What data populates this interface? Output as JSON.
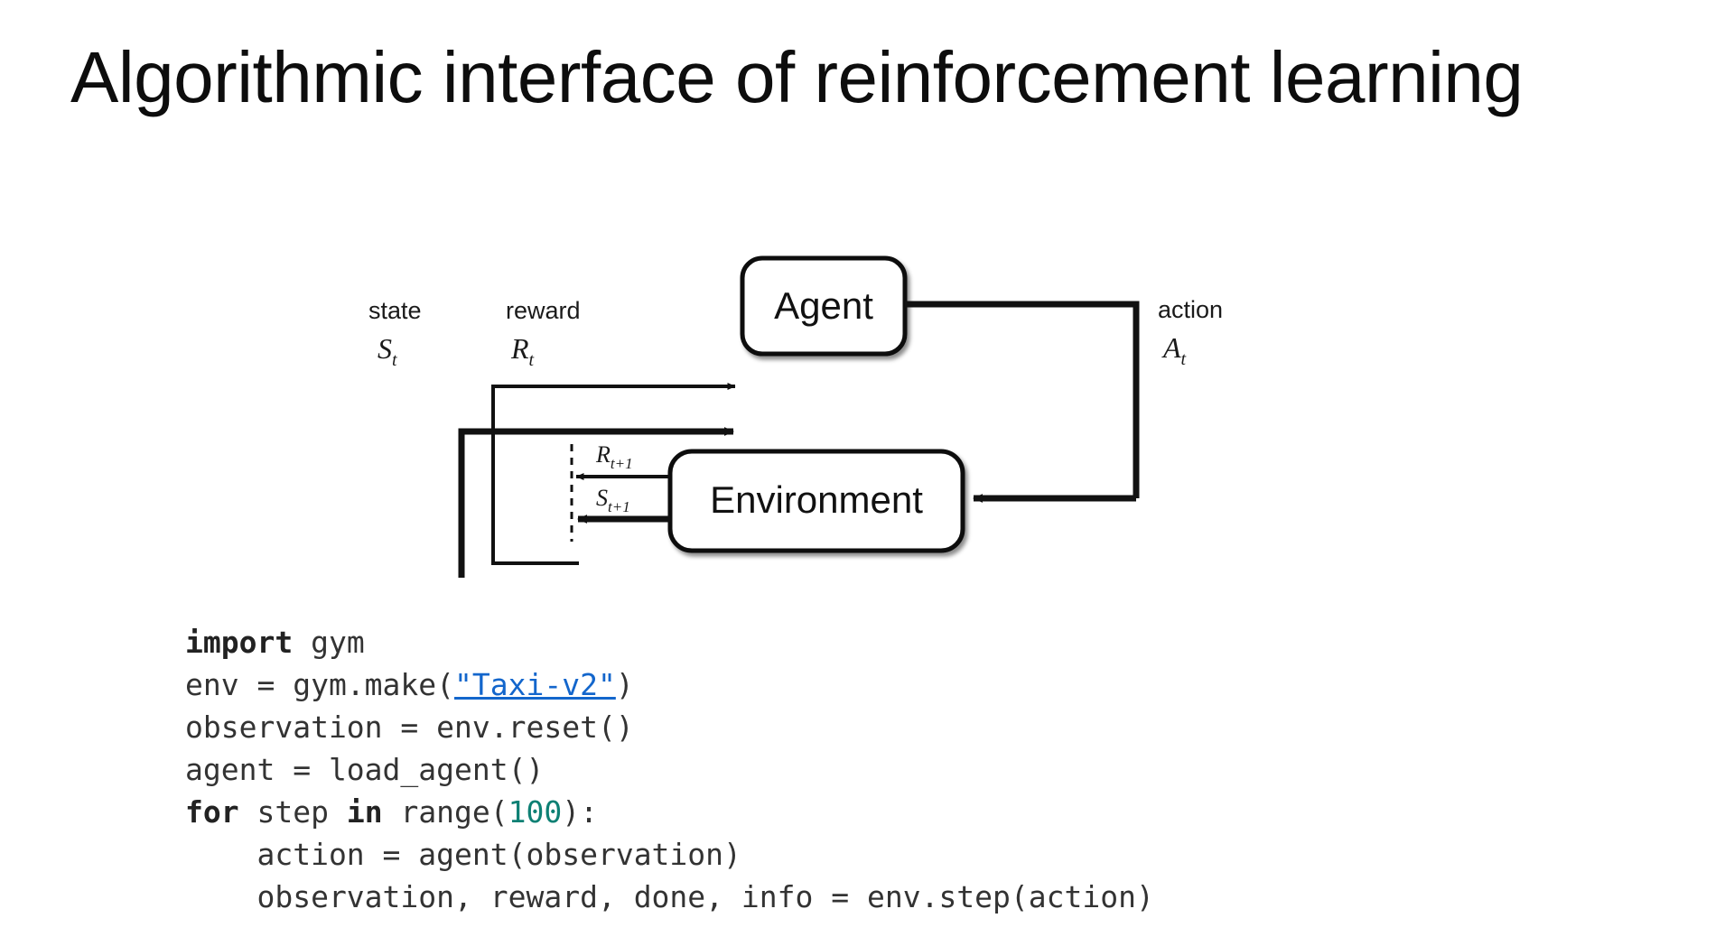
{
  "slide": {
    "title": "Algorithmic interface of reinforcement learning",
    "background_color": "#ffffff",
    "title_color": "#0d0d0d"
  },
  "diagram": {
    "name": "agent-environment-interaction-loop",
    "nodes": [
      {
        "id": "agent",
        "label": "Agent"
      },
      {
        "id": "environment",
        "label": "Environment"
      }
    ],
    "edge_labels": {
      "state_word": "state",
      "state_symbol": "S",
      "state_subscript": "t",
      "reward_word": "reward",
      "reward_symbol": "R",
      "reward_subscript": "t",
      "action_word": "action",
      "action_symbol": "A",
      "action_subscript": "t",
      "next_reward_symbol": "R",
      "next_reward_subscript": "t+1",
      "next_state_symbol": "S",
      "next_state_subscript": "t+1"
    },
    "line_color": "#111111",
    "text_color": "#1a1a1a"
  },
  "code": {
    "language": "python",
    "link_color": "#1366cc",
    "number_color": "#0d8074",
    "text_color": "#333333",
    "lines": [
      {
        "id": "line-1",
        "tokens": [
          {
            "type": "keyword",
            "text": "import"
          },
          {
            "type": "plain",
            "text": " gym"
          }
        ]
      },
      {
        "id": "line-2",
        "tokens": [
          {
            "type": "plain",
            "text": "env = gym.make("
          },
          {
            "type": "link",
            "text": "\"Taxi-v2\""
          },
          {
            "type": "plain",
            "text": ")"
          }
        ]
      },
      {
        "id": "line-3",
        "tokens": [
          {
            "type": "plain",
            "text": "observation = env.reset()"
          }
        ]
      },
      {
        "id": "line-4",
        "tokens": [
          {
            "type": "plain",
            "text": "agent = load_agent()"
          }
        ]
      },
      {
        "id": "line-5",
        "tokens": [
          {
            "type": "keyword",
            "text": "for"
          },
          {
            "type": "plain",
            "text": " step "
          },
          {
            "type": "keyword",
            "text": "in"
          },
          {
            "type": "plain",
            "text": " range("
          },
          {
            "type": "number",
            "text": "100"
          },
          {
            "type": "plain",
            "text": "):"
          }
        ]
      },
      {
        "id": "line-6",
        "tokens": [
          {
            "type": "plain",
            "text": "    action = agent(observation)"
          }
        ]
      },
      {
        "id": "line-7",
        "tokens": [
          {
            "type": "plain",
            "text": "    observation, reward, done, info = env.step(action)"
          }
        ]
      }
    ]
  }
}
